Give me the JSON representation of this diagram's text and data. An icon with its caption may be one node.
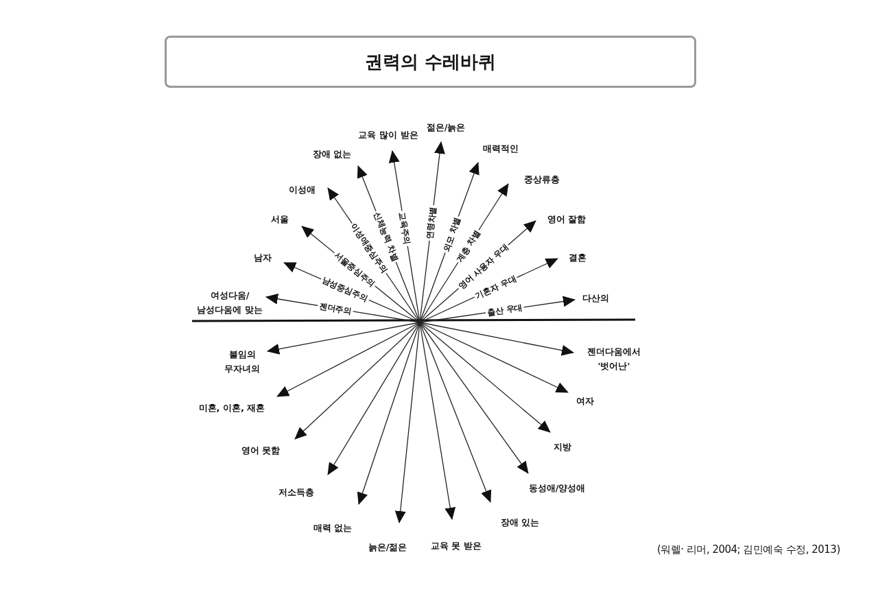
{
  "diagram": {
    "title": "권력의 수레바퀴",
    "caption": "(워렐· 리머, 2004; 김민예숙 수정, 2013)",
    "nodes": [
      {
        "text": [
          "여성다움/ 남성다움에 맞는"
        ]
      },
      {
        "text": [
          "남자"
        ]
      },
      {
        "text": [
          "서울"
        ]
      },
      {
        "text": [
          "이성애"
        ]
      },
      {
        "text": [
          "장애 없는"
        ]
      },
      {
        "text": [
          "교육 많이 받은"
        ]
      },
      {
        "text": [
          "젊은/늙은"
        ]
      },
      {
        "text": [
          "매력적인"
        ]
      },
      {
        "text": [
          "중상류층"
        ]
      },
      {
        "text": [
          "영어 잘함"
        ]
      },
      {
        "text": [
          "결혼"
        ]
      },
      {
        "text": [
          "다산의"
        ]
      },
      {
        "text": [
          "불임의 무자녀의"
        ]
      },
      {
        "text": [
          "미혼, 이혼, 재혼"
        ]
      },
      {
        "text": [
          "영어 못함"
        ]
      },
      {
        "text": [
          "저소득층"
        ]
      },
      {
        "text": [
          "매력 없는"
        ]
      },
      {
        "text": [
          "늙은/젊은"
        ]
      },
      {
        "text": [
          "교육 못 받은"
        ]
      },
      {
        "text": [
          "장애 있는"
        ]
      },
      {
        "text": [
          "동성애/양성애"
        ]
      },
      {
        "text": [
          "지방"
        ]
      },
      {
        "text": [
          "여자"
        ]
      },
      {
        "text": [
          "젠더다움에서 '벗어난'"
        ]
      }
    ],
    "edges": [
      {
        "from": null,
        "to": 0,
        "arrow": "to",
        "label": "젠더주의"
      },
      {
        "from": null,
        "to": 1,
        "arrow": "to",
        "label": "남성중심주의"
      },
      {
        "from": null,
        "to": 2,
        "arrow": "to",
        "label": "서울중심주의"
      },
      {
        "from": null,
        "to": 3,
        "arrow": "to",
        "label": "이성애중심주의"
      },
      {
        "from": null,
        "to": 4,
        "arrow": "to",
        "label": "신체능력 차별"
      },
      {
        "from": null,
        "to": 5,
        "arrow": "to",
        "label": "교육주의"
      },
      {
        "from": null,
        "to": 6,
        "arrow": "to",
        "label": "연령차별"
      },
      {
        "from": null,
        "to": 7,
        "arrow": "to",
        "label": "외모 차별"
      },
      {
        "from": null,
        "to": 8,
        "arrow": "to",
        "label": "계층 차별"
      },
      {
        "from": null,
        "to": 9,
        "arrow": "to",
        "label": "영어 사용자 우대"
      },
      {
        "from": null,
        "to": 10,
        "arrow": "to",
        "label": "기혼자 우대"
      },
      {
        "from": null,
        "to": 11,
        "arrow": "to",
        "label": "출산 우대"
      },
      {
        "from": null,
        "to": 12,
        "arrow": "to"
      },
      {
        "from": null,
        "to": 13,
        "arrow": "to"
      },
      {
        "from": null,
        "to": 14,
        "arrow": "to"
      },
      {
        "from": null,
        "to": 15,
        "arrow": "to"
      },
      {
        "from": null,
        "to": 16,
        "arrow": "to"
      },
      {
        "from": null,
        "to": 17,
        "arrow": "to"
      },
      {
        "from": null,
        "to": 18,
        "arrow": "to"
      },
      {
        "from": null,
        "to": 19,
        "arrow": "to"
      },
      {
        "from": null,
        "to": 20,
        "arrow": "to"
      },
      {
        "from": null,
        "to": 21,
        "arrow": "to"
      },
      {
        "from": null,
        "to": 22,
        "arrow": "to"
      },
      {
        "from": null,
        "to": 23,
        "arrow": "to"
      }
    ]
  }
}
